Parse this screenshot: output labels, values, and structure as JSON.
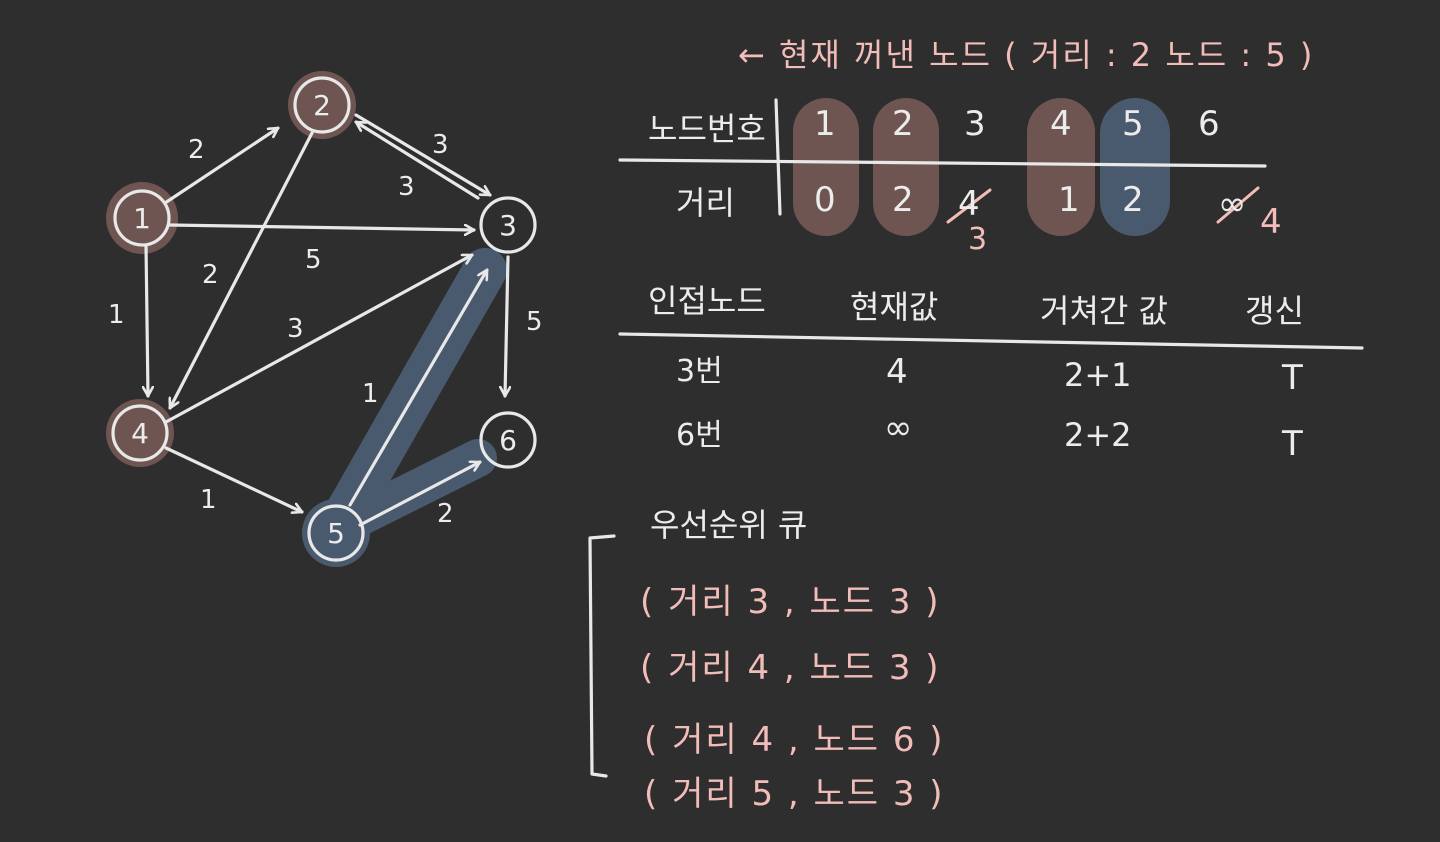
{
  "graph": {
    "nodes": [
      {
        "id": "1",
        "visited": true
      },
      {
        "id": "2",
        "visited": true
      },
      {
        "id": "3",
        "visited": false
      },
      {
        "id": "4",
        "visited": true
      },
      {
        "id": "5",
        "visited": false,
        "current": true
      },
      {
        "id": "6",
        "visited": false
      }
    ],
    "edges": [
      {
        "from": "1",
        "to": "2",
        "weight": "2"
      },
      {
        "from": "1",
        "to": "3",
        "weight": "5"
      },
      {
        "from": "1",
        "to": "4",
        "weight": "1"
      },
      {
        "from": "2",
        "to": "3",
        "weight": "3"
      },
      {
        "from": "3",
        "to": "2",
        "weight": "3"
      },
      {
        "from": "2",
        "to": "4",
        "weight": "2"
      },
      {
        "from": "3",
        "to": "6",
        "weight": "5"
      },
      {
        "from": "4",
        "to": "3",
        "weight": "3"
      },
      {
        "from": "4",
        "to": "5",
        "weight": "1"
      },
      {
        "from": "5",
        "to": "3",
        "weight": "1",
        "highlight": true
      },
      {
        "from": "5",
        "to": "6",
        "weight": "2",
        "highlight": true
      }
    ]
  },
  "current_note": "← 현재 꺼낸 노드 ( 거리 : 2   노드 : 5 )",
  "distance_table": {
    "row_label_node": "노드번호",
    "row_label_dist": "거리",
    "nodes": [
      "1",
      "2",
      "3",
      "4",
      "5",
      "6"
    ],
    "distances": [
      "0",
      "2",
      "4",
      "1",
      "2",
      "∞"
    ],
    "updates": {
      "3": "3",
      "6": "4"
    }
  },
  "update_table": {
    "headers": [
      "인접노드",
      "현재값",
      "거쳐간 값",
      "갱신"
    ],
    "rows": [
      [
        "3번",
        "4",
        "2+1",
        "T"
      ],
      [
        "6번",
        "∞",
        "2+2",
        "T"
      ]
    ]
  },
  "priority_queue": {
    "title": "우선순위 큐",
    "items": [
      "( 거리 3 , 노드 3 )",
      "( 거리 4 , 노드 3 )",
      "( 거리 4 , 노드 6 )",
      "( 거리 5 , 노드 3 )"
    ]
  },
  "colors": {
    "background": "#2e2e2e",
    "ink": "#e8e8e8",
    "visited": "#6e5552",
    "current": "#4a5a6e",
    "annotation": "#f2bcb8"
  }
}
